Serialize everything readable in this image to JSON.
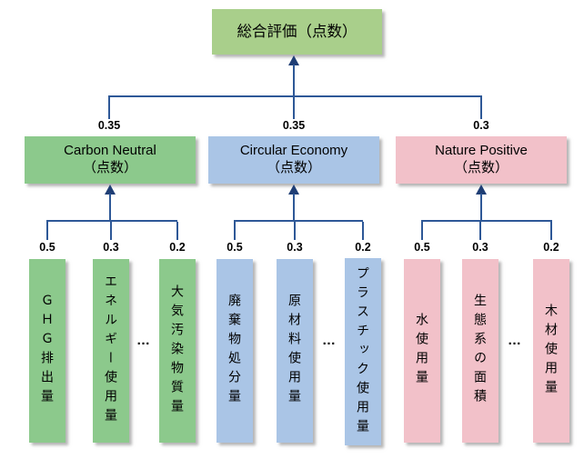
{
  "diagram": {
    "root_label": "総合評価（点数）",
    "colors": {
      "root_fill": "#A9CF8B",
      "green_fill": "#8CC98C",
      "blue_fill": "#AAC5E6",
      "pink_fill": "#F2C1C9",
      "line": "#2E5897",
      "arrow": "#1F3E75"
    },
    "categories": [
      {
        "weight": "0.35",
        "name": "Carbon Neutral",
        "sub_label": "（点数）",
        "ellipsis": "…",
        "leaves": [
          {
            "weight": "0.5",
            "label": "ＧＨＧ排出量"
          },
          {
            "weight": "0.3",
            "label": "エネルギー使用量"
          },
          {
            "weight": "0.2",
            "label": "大気汚染物質量"
          }
        ]
      },
      {
        "weight": "0.35",
        "name": "Circular Economy",
        "sub_label": "（点数）",
        "ellipsis": "…",
        "leaves": [
          {
            "weight": "0.5",
            "label": "廃棄物処分量"
          },
          {
            "weight": "0.3",
            "label": "原材料使用量"
          },
          {
            "weight": "0.2",
            "label": "プラスチック使用量"
          }
        ]
      },
      {
        "weight": "0.3",
        "name": "Nature Positive",
        "sub_label": "（点数）",
        "ellipsis": "…",
        "leaves": [
          {
            "weight": "0.5",
            "label": "水使用量"
          },
          {
            "weight": "0.3",
            "label": "生態系の面積"
          },
          {
            "weight": "0.2",
            "label": "木材使用量"
          }
        ]
      }
    ]
  }
}
